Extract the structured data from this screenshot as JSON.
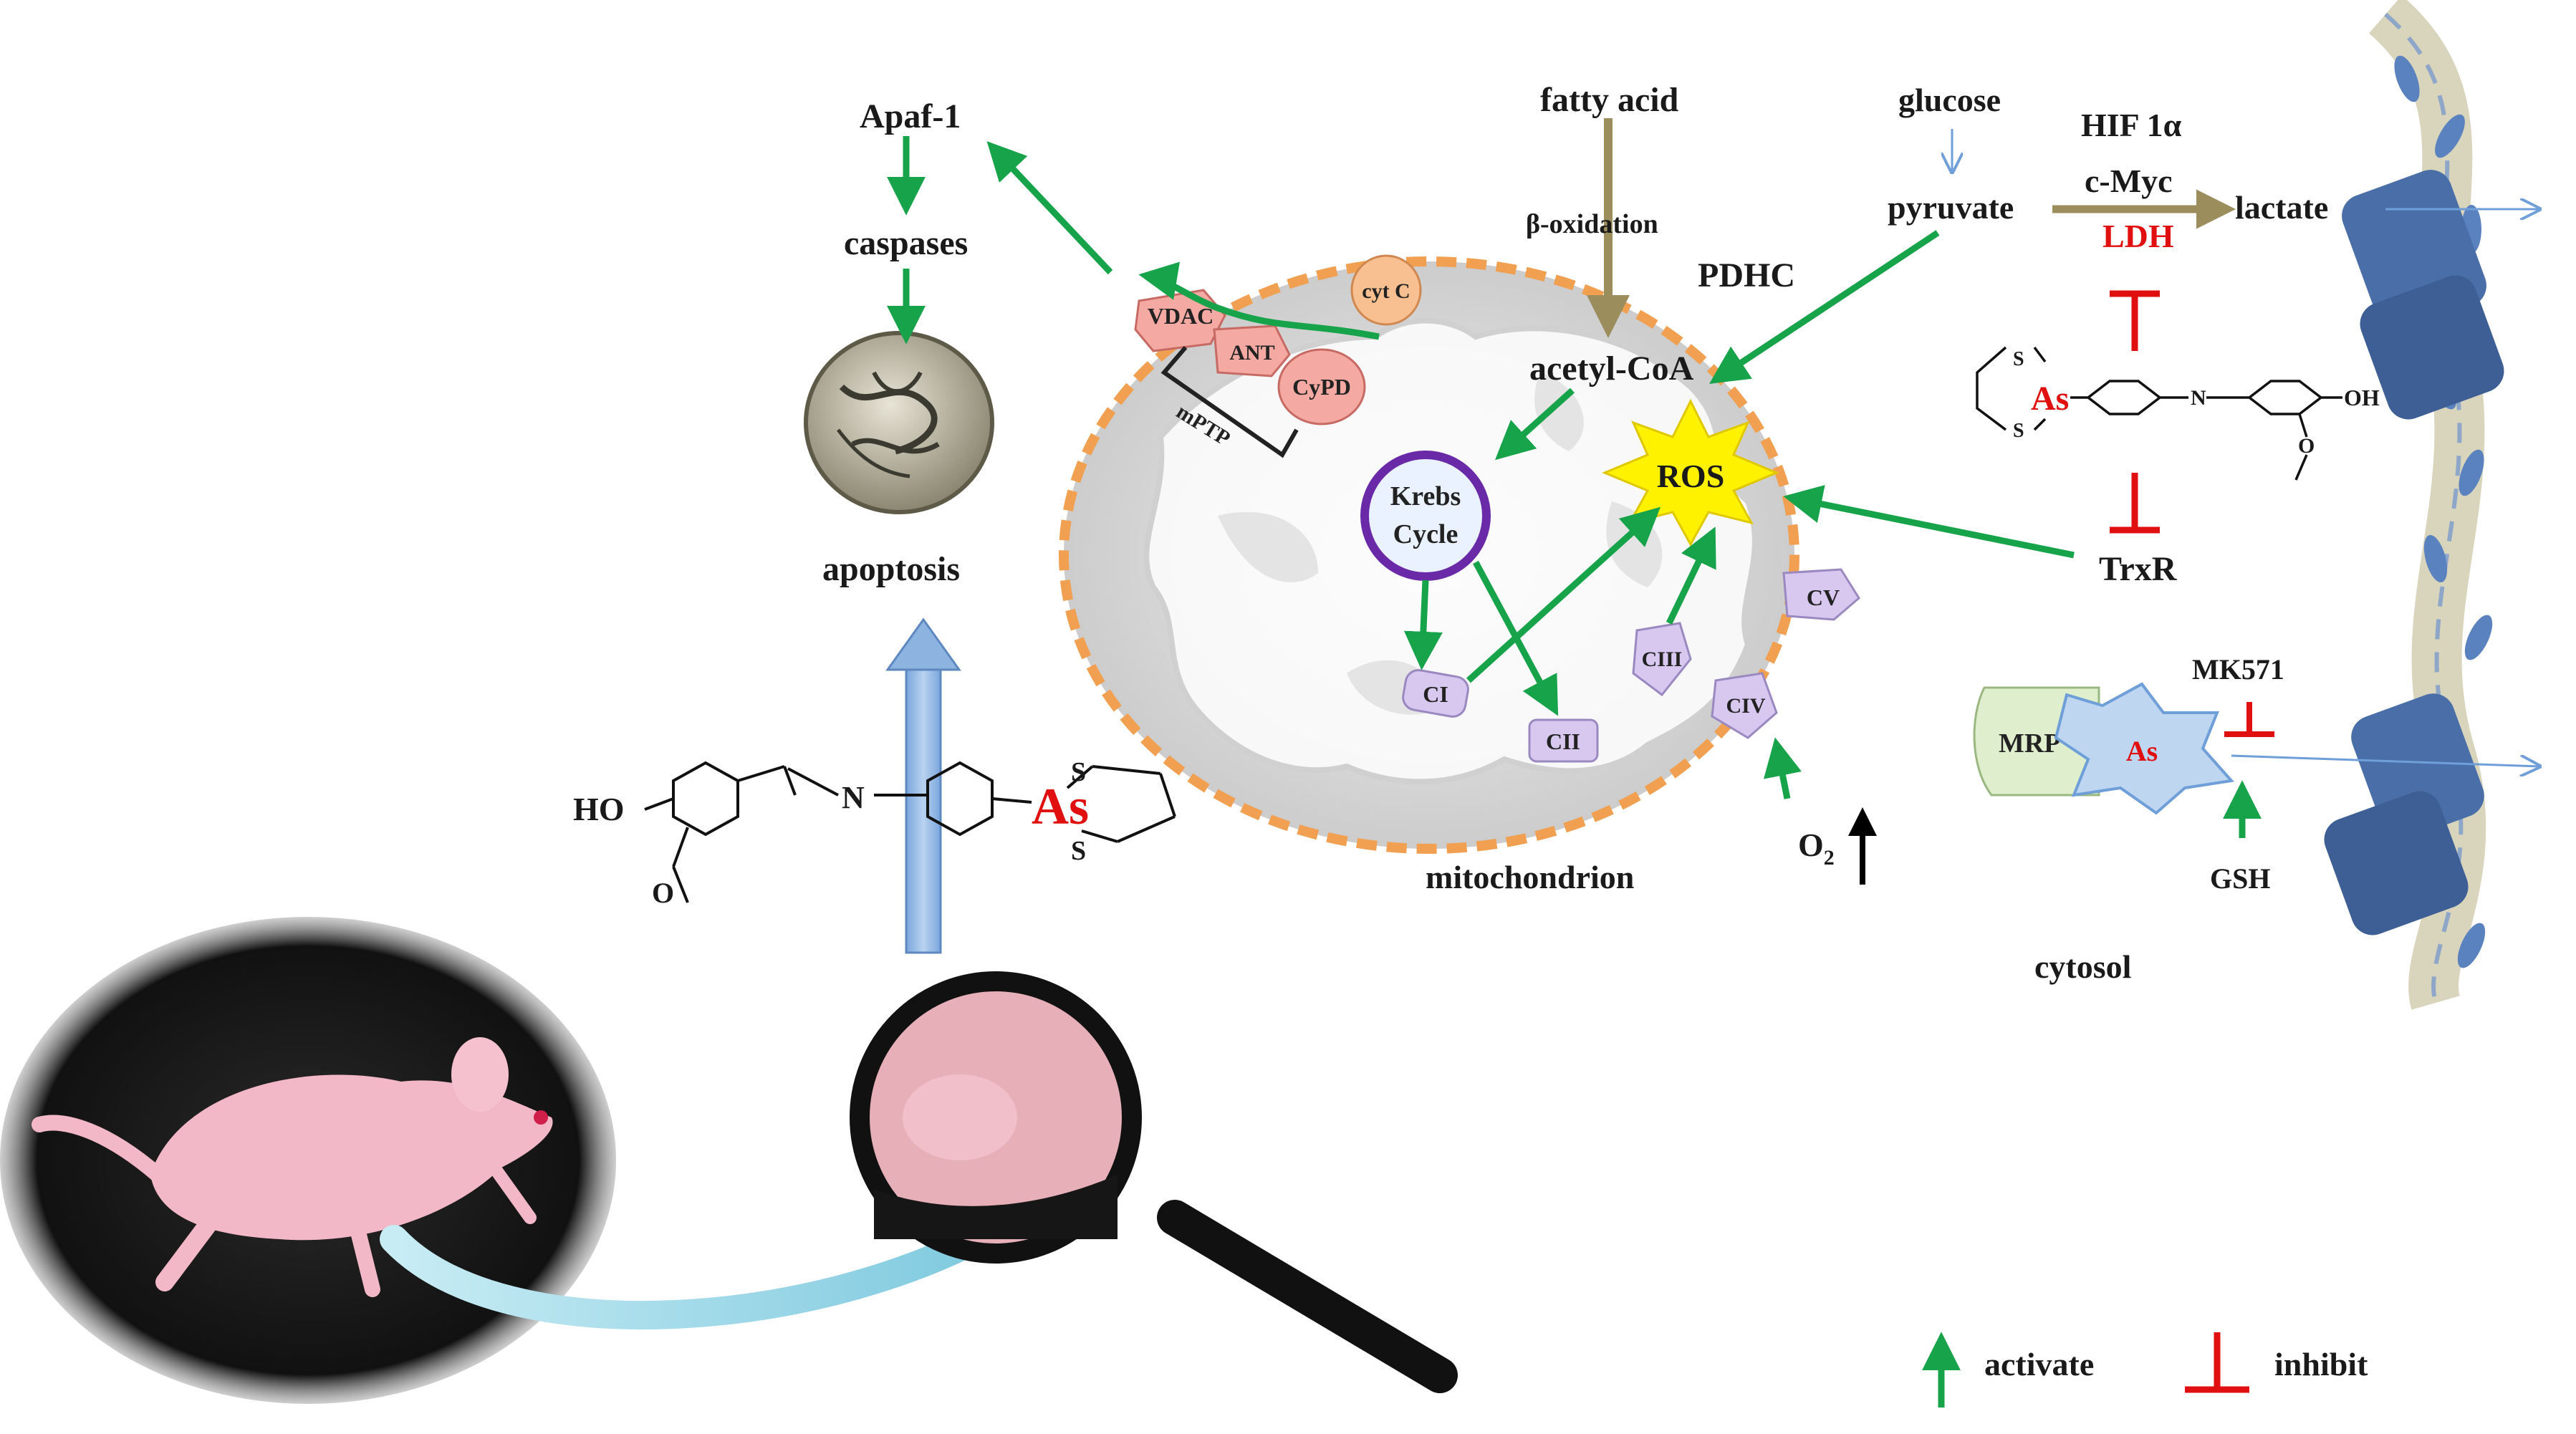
{
  "labels": {
    "apaf1": "Apaf-1",
    "caspases": "caspases",
    "apoptosis": "apoptosis",
    "fatty_acid": "fatty acid",
    "beta_oxidation": "β-oxidation",
    "pdhc": "PDHC",
    "acetyl_coa": "acetyl-CoA",
    "glucose": "glucose",
    "pyruvate": "pyruvate",
    "hif": "HIF 1α",
    "cmyc": "c-Myc",
    "lactate": "lactate",
    "ldh": "LDH",
    "trxr": "TrxR",
    "ros": "ROS",
    "krebs1": "Krebs",
    "krebs2": "Cycle",
    "cytc": "cyt C",
    "vdac": "VDAC",
    "ant": "ANT",
    "cypd": "CyPD",
    "mptp": "mPTP",
    "ci": "CI",
    "cii": "CII",
    "ciii": "CIII",
    "civ": "CIV",
    "cv": "CV",
    "mitochondrion": "mitochondrion",
    "o2": "O",
    "o2_sub": "2",
    "mk571": "MK571",
    "mrp": "MRP",
    "as": "As",
    "gsh": "GSH",
    "cytosol": "cytosol"
  },
  "molecule": {
    "ho": "HO",
    "oh": "OH",
    "n": "N",
    "s": "S",
    "as": "As"
  },
  "legend": {
    "activate": "activate",
    "inhibit": "inhibit"
  },
  "colors": {
    "activate": "#17a34a",
    "inhibit": "#e01010",
    "olive_arrow": "#9b8d5c",
    "mito_border": "#f0a050",
    "krebs_ring": "#6a2aa8",
    "ros_star": "#fff200",
    "complex": "#d8c8f0",
    "membrane_block": "#4a6fa8",
    "blue_arrow": "#6f9fd8"
  }
}
